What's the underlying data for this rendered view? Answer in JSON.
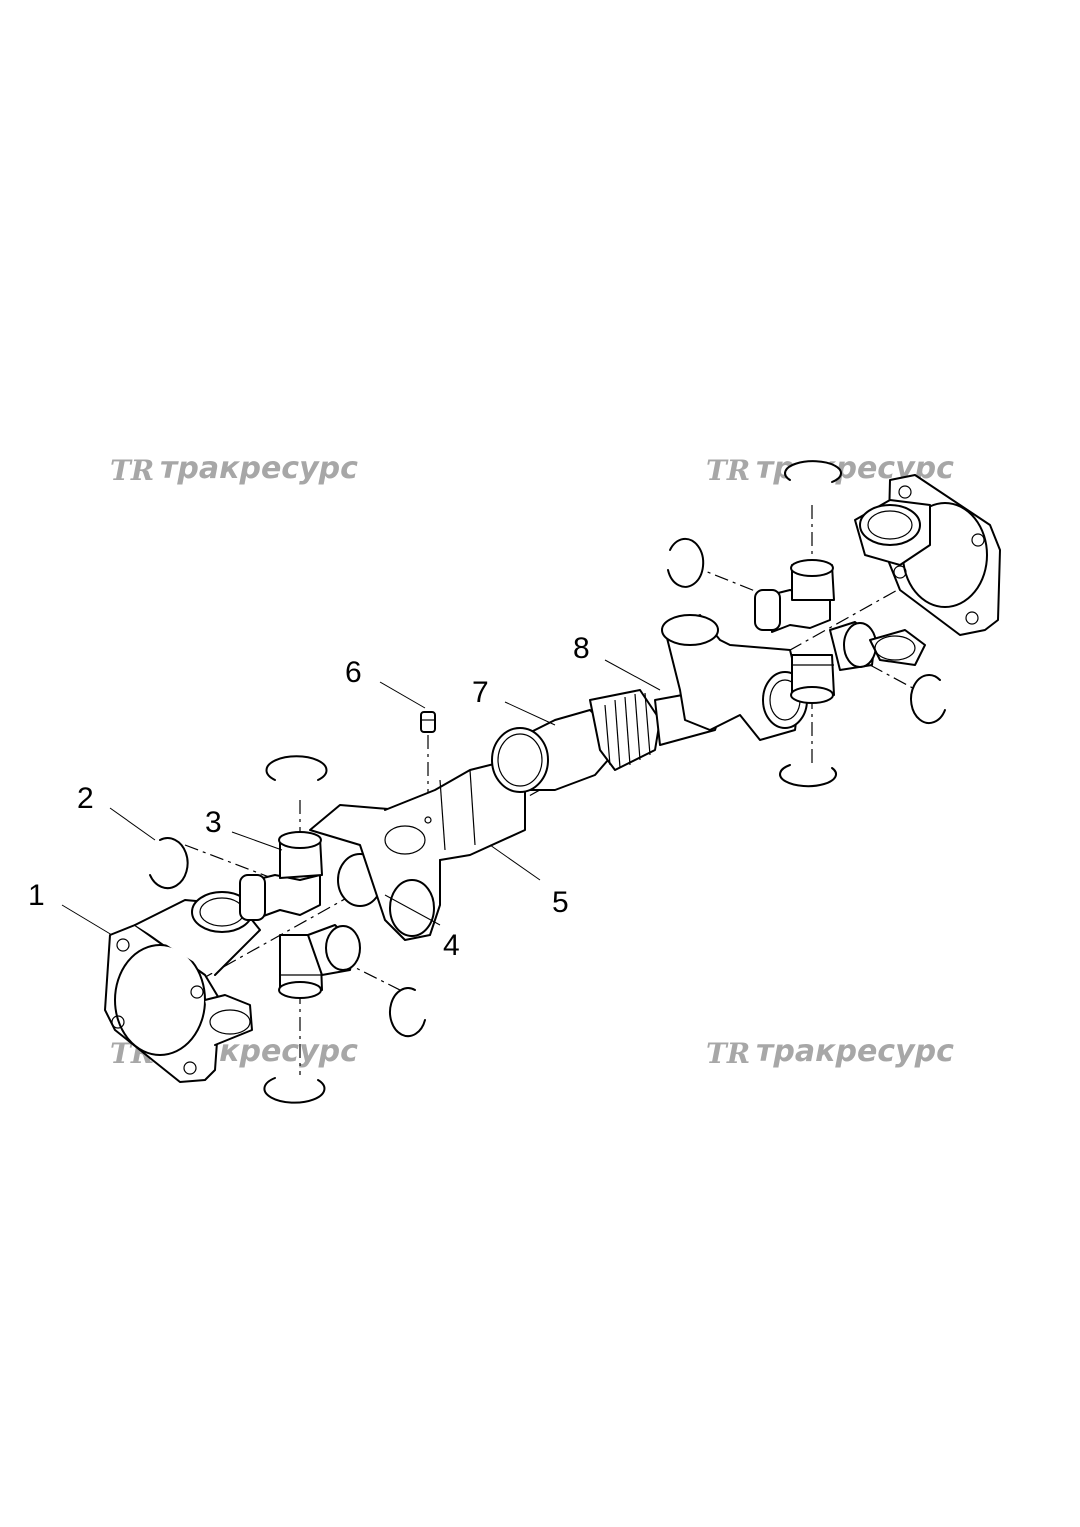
{
  "watermark": {
    "logo": "TR",
    "brand": "тракресурс"
  },
  "callouts": [
    "1",
    "2",
    "3",
    "4",
    "5",
    "6",
    "7",
    "8"
  ]
}
